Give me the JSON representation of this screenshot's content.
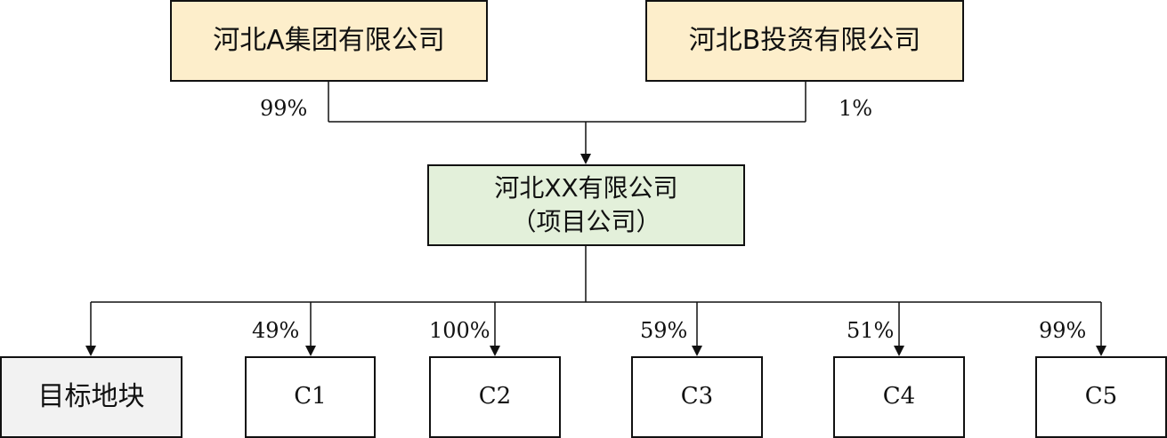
{
  "shareholders": [
    {
      "name": "河北A集团有限公司",
      "share": "99%"
    },
    {
      "name": "河北B投资有限公司",
      "share": "1%"
    }
  ],
  "project_company": {
    "name_line1": "河北XX有限公司",
    "name_line2": "（项目公司）"
  },
  "holdings": [
    {
      "name": "目标地块",
      "share": ""
    },
    {
      "name": "C1",
      "share": "49%"
    },
    {
      "name": "C2",
      "share": "100%"
    },
    {
      "name": "C3",
      "share": "59%"
    },
    {
      "name": "C4",
      "share": "51%"
    },
    {
      "name": "C5",
      "share": "99%"
    }
  ],
  "colors": {
    "shareholder_fill": "#fdeecb",
    "project_fill": "#e3f0da",
    "target_fill": "#f2f2f2",
    "subsidiary_fill": "#ffffff",
    "line": "#111111"
  }
}
